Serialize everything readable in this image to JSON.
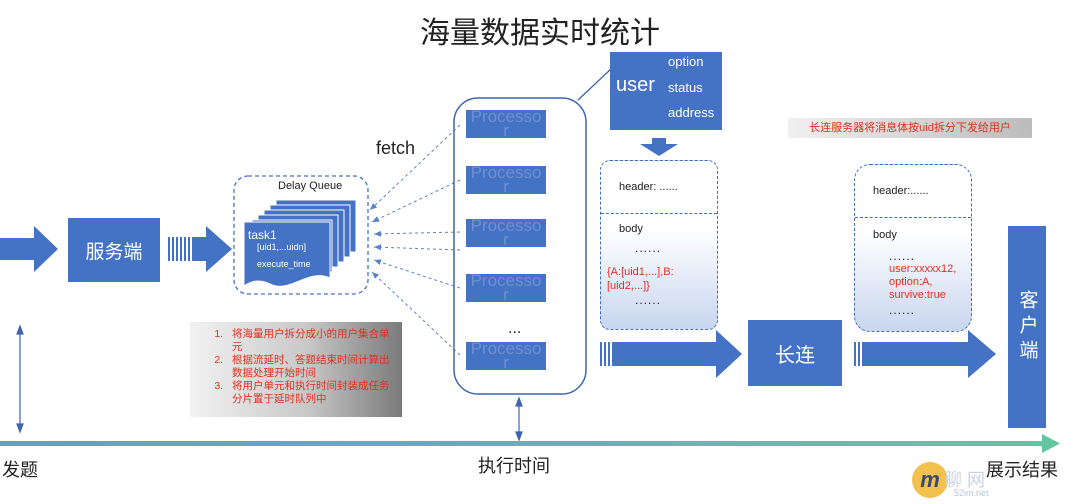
{
  "title": "海量数据实时统计",
  "server": "服务端",
  "delay_queue": {
    "label": "Delay Queue",
    "task_name": "task1",
    "uids": "[uid1,...uidn]",
    "execute_time": "execute_time"
  },
  "fetch_label": "fetch",
  "processor_label_top": "Processo",
  "processor_label_bottom": "r",
  "processor_ellipsis": "...",
  "user": {
    "label": "user",
    "fields": [
      "option",
      "status",
      "address"
    ]
  },
  "panel1": {
    "header": "header: ......",
    "body": "body",
    "dots1": "......",
    "data": "{A:[uid1,...],B:[uid2,...]}",
    "dots2": "......"
  },
  "long_conn": "长连",
  "banner": "长连服务器将消息体按uid拆分下发给用户",
  "panel2": {
    "header": "header:......",
    "body": "body",
    "dots1": "......",
    "line1": "user:xxxxx12,",
    "line2": "option:A,",
    "line3": "survive:true",
    "dots2": "......"
  },
  "client": "客户端",
  "notes": [
    "将海量用户拆分成小的用户集合单元",
    "根据流延时、答题结束时间计算出数据处理开始时间",
    "将用户单元和执行时间封装成任务分片置于延时队列中"
  ],
  "timeline": {
    "start": "发题",
    "middle": "执行时间",
    "end": "展示结果"
  },
  "watermark": {
    "letter": "m",
    "text": "聊 网",
    "site": "52im.net"
  },
  "colors": {
    "accent": "#4472c4",
    "timeline": "#5fb8a8",
    "note_text": "#e03020"
  }
}
